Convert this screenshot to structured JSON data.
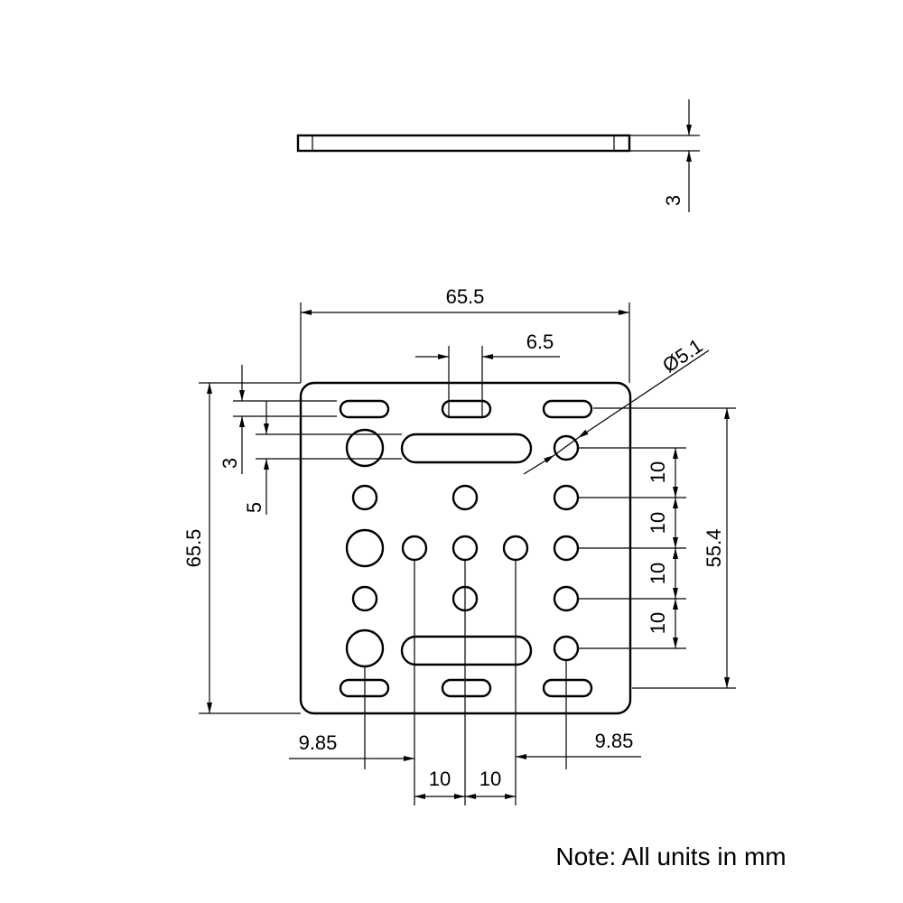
{
  "drawing": {
    "side_view": {
      "thickness": "3"
    },
    "top_view": {
      "width": "65.5",
      "height": "65.5",
      "slot_width": "6.5",
      "hole_diameter": "Ø5.1",
      "slot_offset": "3",
      "large_slot_offset": "5",
      "hole_span": "55.4",
      "hole_pitch_vertical": [
        "10",
        "10",
        "10",
        "10"
      ],
      "edge_offset_left": "9.85",
      "edge_offset_right": "9.85",
      "hole_pitch_horizontal": [
        "10",
        "10"
      ]
    },
    "note": "Note: All units in mm"
  }
}
